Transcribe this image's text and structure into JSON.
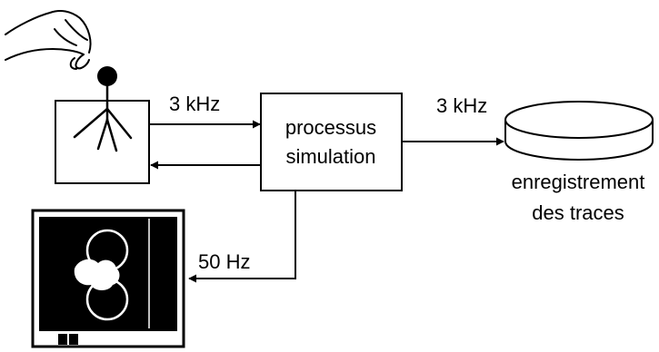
{
  "diagram": {
    "link_device_to_process": "3 kHz",
    "link_process_to_storage": "3 kHz",
    "link_process_to_screen": "50 Hz",
    "process_box": {
      "line1": "processus",
      "line2": "simulation"
    },
    "storage": {
      "line1": "enregistrement",
      "line2": "des traces"
    }
  },
  "colors": {
    "stroke": "#000000",
    "screen_background": "#000000",
    "screen_content": "#ffffff"
  },
  "icons": [
    "hand-icon",
    "stick-figure-icon",
    "database-cylinder-icon",
    "monitor-screen-icon"
  ]
}
